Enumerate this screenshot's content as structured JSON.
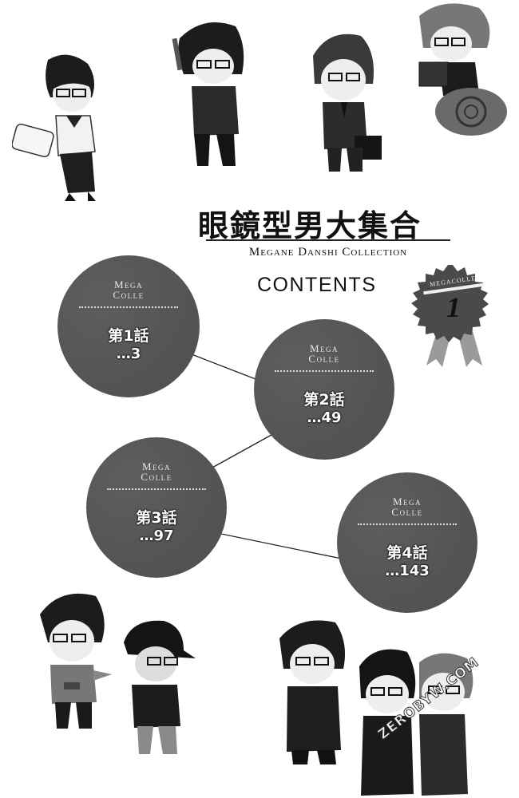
{
  "page": {
    "title_jp": "眼鏡型男大集合",
    "title_en": "Megane Danshi Collection",
    "contents_label": "CONTENTS"
  },
  "badge": {
    "label": "MEGACOLLE",
    "volume": "1",
    "colors": {
      "rosette": "#4a4a4a",
      "ribbon": "#9a9a9a"
    }
  },
  "chapters": [
    {
      "brand_line1": "Mega",
      "brand_line2": "Colle",
      "chapter": "第1話",
      "page": "…3"
    },
    {
      "brand_line1": "Mega",
      "brand_line2": "Colle",
      "chapter": "第2話",
      "page": "…49"
    },
    {
      "brand_line1": "Mega",
      "brand_line2": "Colle",
      "chapter": "第3話",
      "page": "…97"
    },
    {
      "brand_line1": "Mega",
      "brand_line2": "Colle",
      "chapter": "第4話",
      "page": "…143"
    }
  ],
  "characters": [
    {
      "name": "chef-with-glasses"
    },
    {
      "name": "sweater-man-with-pen"
    },
    {
      "name": "salaryman-with-briefcase"
    },
    {
      "name": "reader-on-ammonite"
    },
    {
      "name": "office-worker-with-lanyard"
    },
    {
      "name": "man-in-cap"
    },
    {
      "name": "man-in-black-suit"
    },
    {
      "name": "pair-embracing"
    }
  ],
  "watermark": "ZEROBYW.COM",
  "colors": {
    "circle_fill": "#555555",
    "text_light": "#ffffff",
    "ink": "#111111"
  }
}
